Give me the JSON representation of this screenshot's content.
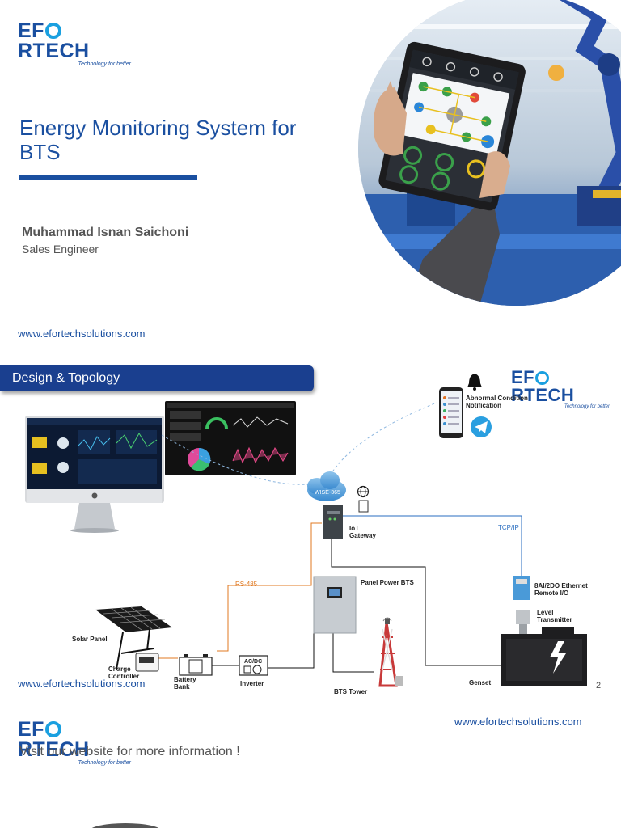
{
  "logo": {
    "word_1": "EF",
    "word_2": "RTECH",
    "tagline": "Technology for better"
  },
  "slide1": {
    "title": "Energy Monitoring System for BTS",
    "presenter": "Muhammad Isnan Saichoni",
    "role": "Sales Engineer",
    "url": "www.efortechsolutions.com"
  },
  "slide2": {
    "header": "Design & Topology",
    "labels": {
      "notification": "Abnormal Condition Notification",
      "cloud": "WISE-365",
      "iot_gateway": "IoT Gateway",
      "protocol_tcp": "TCP/IP",
      "protocol_rs485": "RS-485",
      "panel": "Panel Power BTS",
      "remote_io": "8AI/2DO Ethernet Remote I/O",
      "level_transmitter": "Level Transmitter",
      "solar_panel": "Solar Panel",
      "charge_controller": "Charge Controller",
      "battery_bank": "Battery Bank",
      "inverter": "Inverter",
      "acdc": "AC/DC",
      "bts_tower": "BTS Tower",
      "genset": "Genset"
    },
    "url": "www.efortechsolutions.com",
    "page_number": "2"
  },
  "slide3": {
    "url": "www.efortechsolutions.com",
    "visit": "Visit our website for more information !"
  },
  "colors": {
    "brand_blue": "#1a4fa0",
    "accent_cyan": "#1aa0e0",
    "rs485_orange": "#e07820",
    "tcp_blue": "#2a6ec0"
  }
}
